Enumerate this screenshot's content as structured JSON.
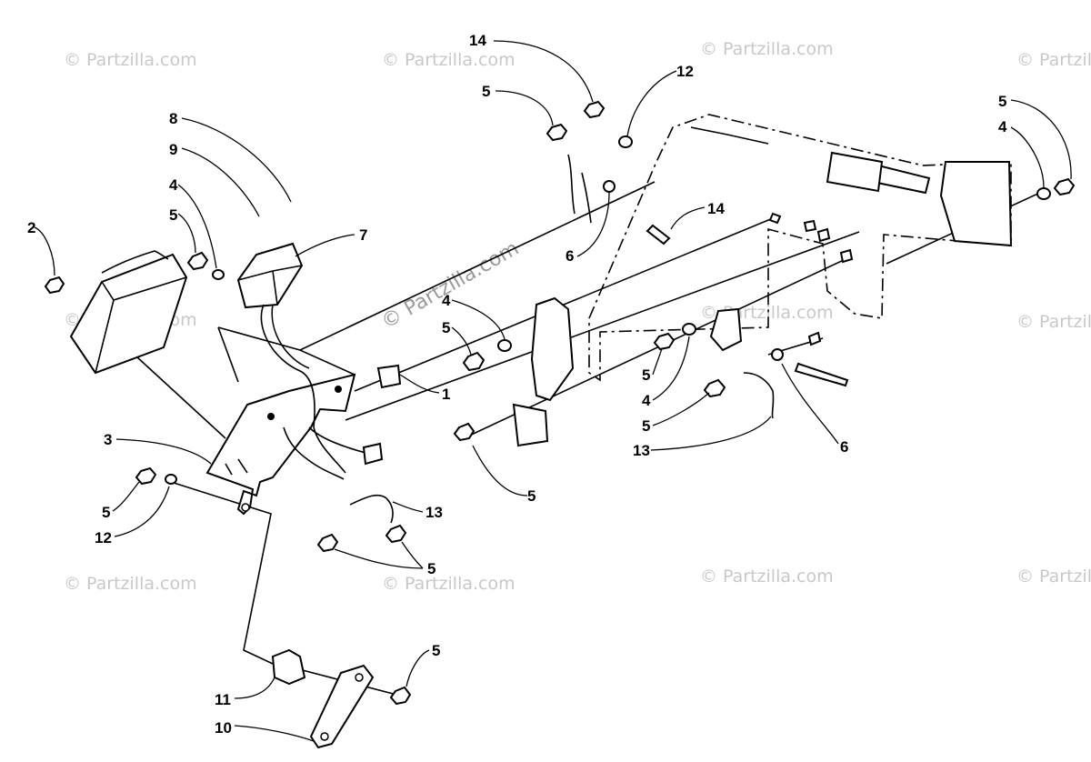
{
  "diagram": {
    "watermarks": {
      "main": "© Partzilla.com",
      "repeat": "© Partzilla.com"
    },
    "callouts": {
      "c14a": "14",
      "c12a": "12",
      "c5a": "5",
      "c14b": "14",
      "c6a": "6",
      "c5r": "5",
      "c4r": "4",
      "c8": "8",
      "c9": "9",
      "c4a": "4",
      "c5b": "5",
      "c7": "7",
      "c2": "2",
      "c4b": "4",
      "c5c": "5",
      "c1": "1",
      "c5d": "5",
      "c4c": "4",
      "c5e": "5",
      "c13a": "13",
      "c6b": "6",
      "c5f": "5",
      "c3": "3",
      "c5g": "5",
      "c12b": "12",
      "c13b": "13",
      "c5h": "5",
      "c5i": "5",
      "c11": "11",
      "c10": "10"
    }
  }
}
